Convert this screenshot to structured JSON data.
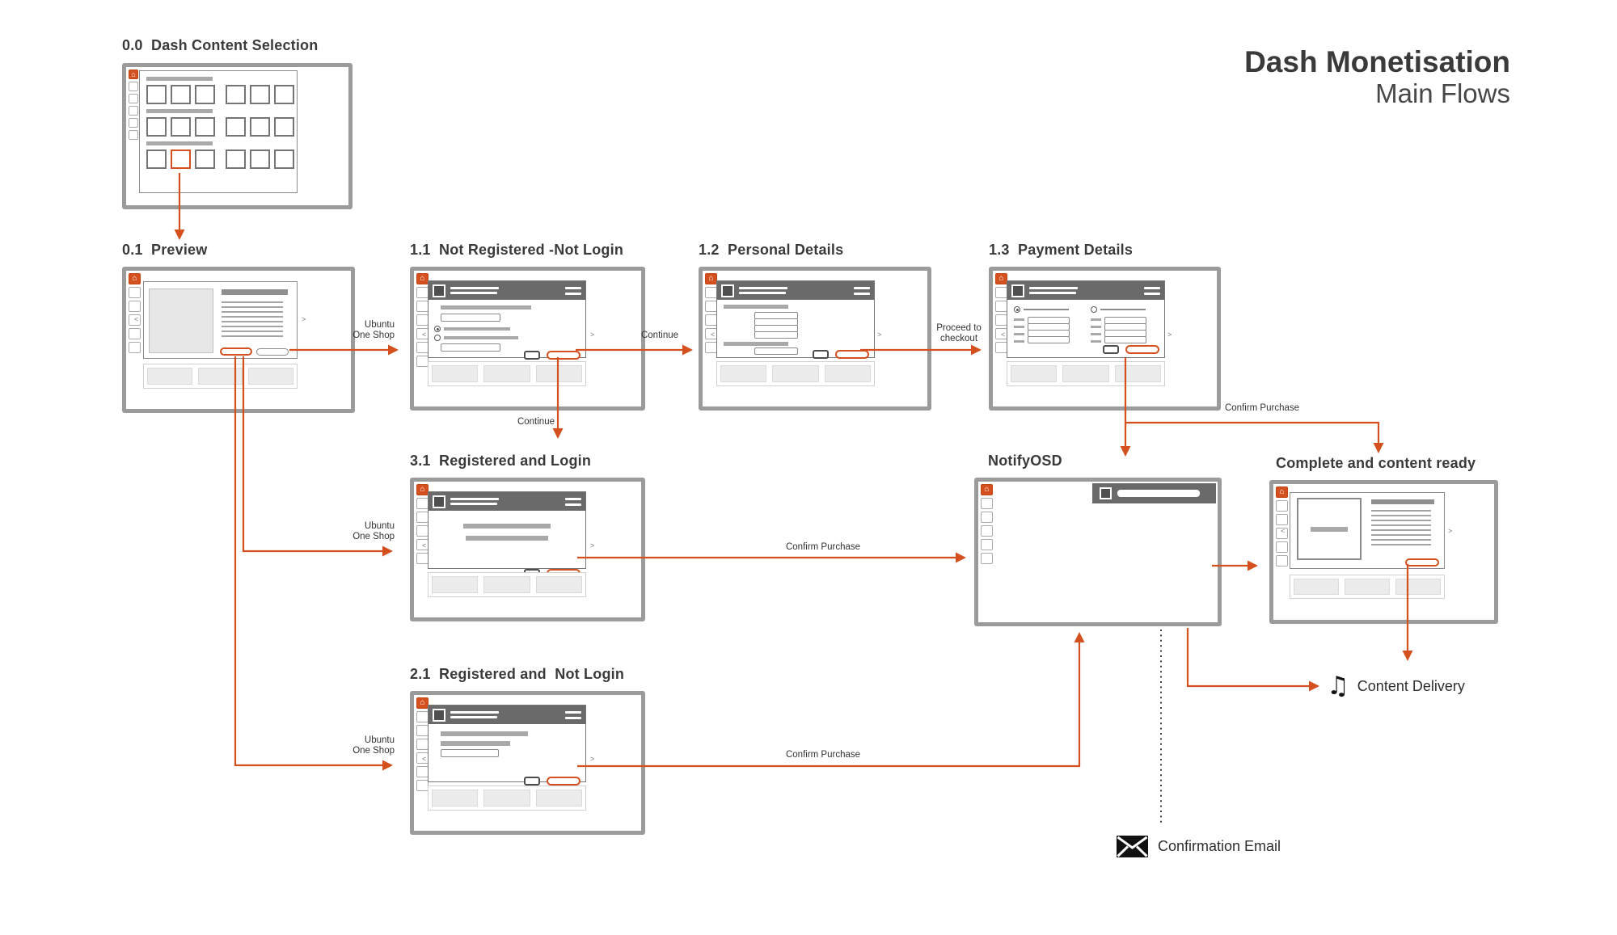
{
  "header": {
    "title": "Dash Monetisation",
    "subtitle": "Main Flows"
  },
  "nodes": {
    "n00": {
      "label": "0.0  Dash Content Selection"
    },
    "n01": {
      "label": "0.1  Preview"
    },
    "n11": {
      "label": "1.1  Not Registered -Not Login"
    },
    "n12": {
      "label": "1.2  Personal Details"
    },
    "n13": {
      "label": "1.3  Payment Details"
    },
    "n31": {
      "label": "3.1  Registered and Login"
    },
    "n21": {
      "label": "2.1  Registered and  Not Login"
    },
    "notify": {
      "label": "NotifyOSD"
    },
    "complete": {
      "label": "Complete and content ready"
    }
  },
  "edge_labels": {
    "preview_to_11": "Ubuntu\nOne Shop",
    "preview_to_31": "Ubuntu\nOne Shop",
    "preview_to_21": "Ubuntu\nOne Shop",
    "e11_to_12": "Continue",
    "e11_to_31": "Continue",
    "e12_to_13": "Proceed to\ncheckout",
    "e13_to_complete": "Confirm Purchase",
    "e31_to_notify": "Confirm Purchase",
    "e21_to_notify": "Confirm Purchase"
  },
  "endpoints": {
    "content_delivery": "Content Delivery",
    "confirmation_email": "Confirmation Email"
  },
  "icons": {
    "home_glyph": "⌂",
    "chevron_left": "<",
    "chevron_right": ">",
    "music_note": "♫",
    "envelope_glyph": "✉"
  },
  "colors": {
    "accent_orange": "#D4501E",
    "frame_border": "#9B9B9B",
    "titlebar_gray": "#6A6A6A",
    "placeholder_fill": "#ECECEC",
    "text_dark": "#3A3A3A"
  }
}
